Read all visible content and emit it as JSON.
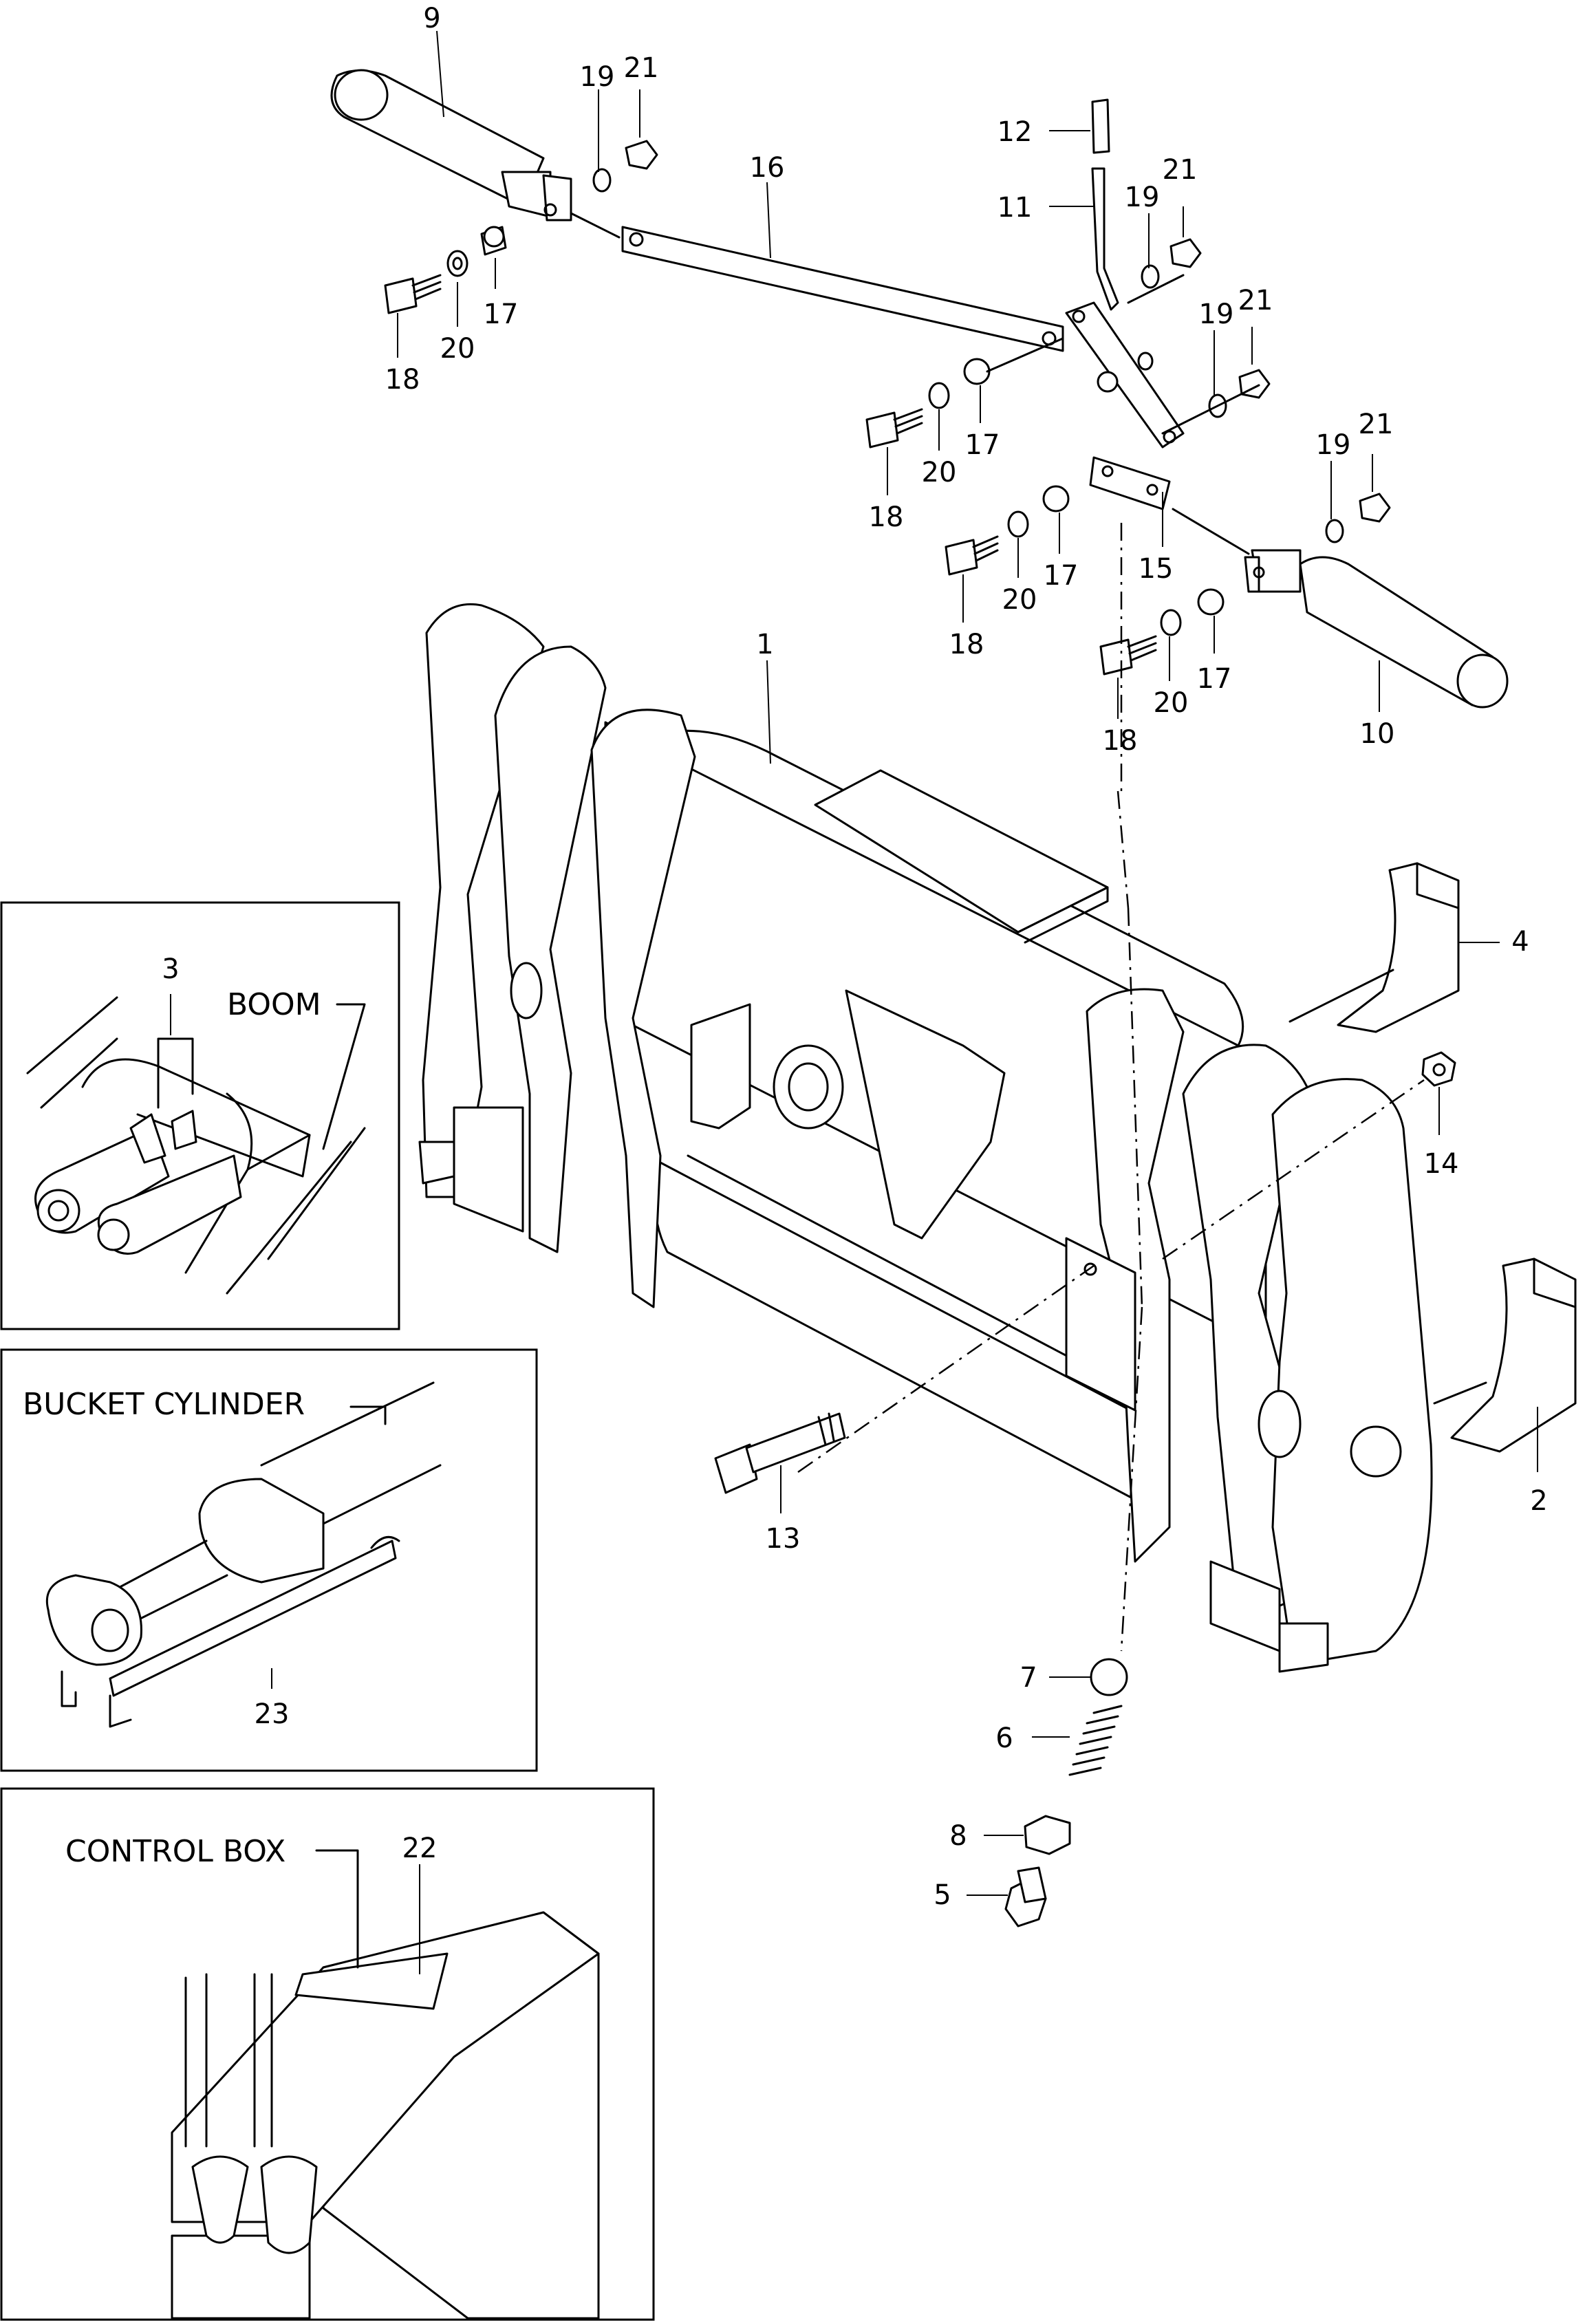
{
  "part_numbers": [
    "1",
    "2",
    "3",
    "4",
    "5",
    "6",
    "7",
    "8",
    "9",
    "10",
    "11",
    "12",
    "13",
    "14",
    "15",
    "16",
    "17",
    "18",
    "19",
    "20",
    "21",
    "22",
    "23"
  ],
  "callouts": {
    "p1": "1",
    "p2": "2",
    "p3": "3",
    "p4": "4",
    "p5": "5",
    "p6": "6",
    "p7": "7",
    "p8": "8",
    "p9": "9",
    "p10": "10",
    "p11": "11",
    "p12": "12",
    "p13": "13",
    "p14": "14",
    "p15": "15",
    "p16": "16",
    "p22": "22",
    "p23": "23",
    "p17": "17",
    "p18": "18",
    "p19": "19",
    "p20": "20",
    "p21": "21"
  },
  "insets": {
    "boom": {
      "label": "BOOM"
    },
    "bucket_cylinder": {
      "label": "BUCKET CYLINDER"
    },
    "control_box": {
      "label": "CONTROL BOX"
    }
  }
}
